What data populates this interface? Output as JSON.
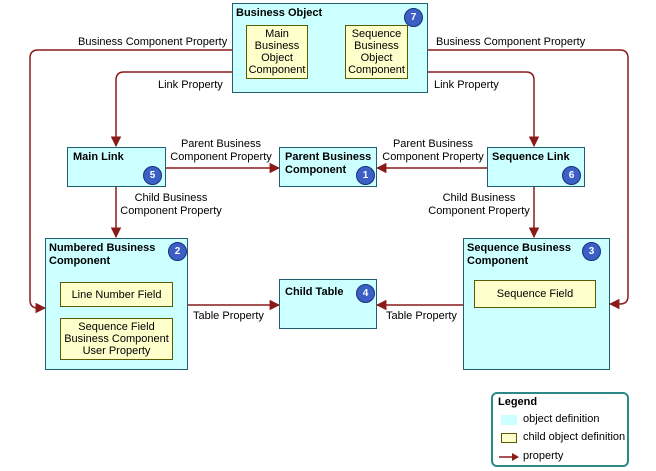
{
  "colors": {
    "object_definition": "#ccffff",
    "child_object_definition": "#ffffcc",
    "property_arrow": "#8b1a1a",
    "badge": "#3b5fc4"
  },
  "boxes": {
    "business_object": {
      "title": "Business Object",
      "badge": "7"
    },
    "main_link": {
      "title": "Main Link",
      "badge": "5"
    },
    "parent_bc": {
      "title": "Parent Business\nComponent",
      "badge": "1"
    },
    "sequence_link": {
      "title": "Sequence Link",
      "badge": "6"
    },
    "numbered_bc": {
      "title": "Numbered Business\nComponent",
      "badge": "2"
    },
    "child_table": {
      "title": "Child Table",
      "badge": "4"
    },
    "sequence_bc": {
      "title": "Sequence Business\nComponent",
      "badge": "3"
    }
  },
  "children": {
    "main_bo_component": "Main\nBusiness\nObject\nComponent",
    "sequence_bo_component": "Sequence\nBusiness\nObject\nComponent",
    "line_number_field": "Line Number Field",
    "sequence_field_user_property": "Sequence Field\nBusiness Component\nUser Property",
    "sequence_field": "Sequence Field"
  },
  "properties": {
    "bc_property_left": "Business Component Property",
    "bc_property_right": "Business Component Property",
    "link_property_left": "Link Property",
    "link_property_right": "Link Property",
    "parent_bc_property_left": "Parent Business\nComponent Property",
    "parent_bc_property_right": "Parent Business\nComponent Property",
    "child_bc_property_left": "Child Business\nComponent Property",
    "child_bc_property_right": "Child Business\nComponent Property",
    "table_property_left": "Table Property",
    "table_property_right": "Table Property"
  },
  "legend": {
    "title": "Legend",
    "object_definition": "object definition",
    "child_object_definition": "child object definition",
    "property": "property"
  }
}
